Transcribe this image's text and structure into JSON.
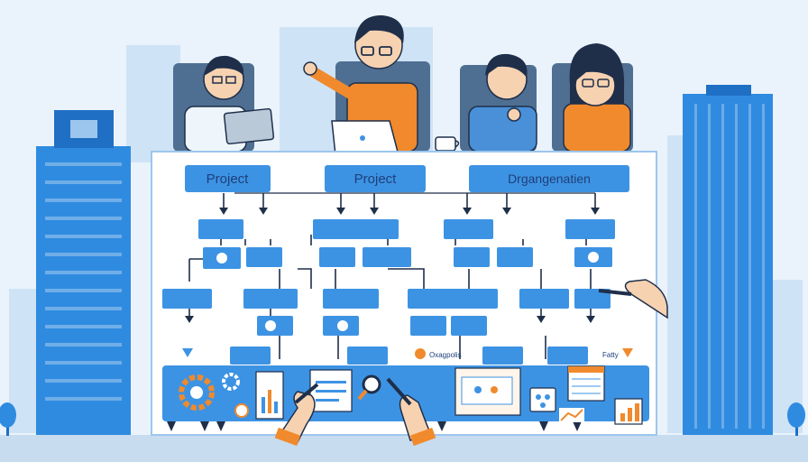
{
  "scene": {
    "colors": {
      "sky": "#eaf3fb",
      "building_blue": "#2f8be0",
      "building_light": "#9cc6ee",
      "board_bg": "#ffffff",
      "node_blue": "#3d93e3",
      "connector": "#1f2f4a",
      "accent_orange": "#f08a2c",
      "ground": "#c8dcef"
    },
    "board": {
      "headers": [
        {
          "id": "project-a",
          "label": "Project"
        },
        {
          "id": "project-b",
          "label": "Project"
        },
        {
          "id": "organization",
          "label": "Drgangenatien"
        }
      ],
      "small_labels": [
        {
          "id": "orange-logo-label",
          "label": "Oxagpolis"
        },
        {
          "id": "right-small-label",
          "label": "Fatty"
        }
      ]
    },
    "people": [
      {
        "name": "person-with-tablet",
        "shirt": "#eef5fb"
      },
      {
        "name": "presenter-pointing",
        "shirt": "#f08a2c"
      },
      {
        "name": "person-thinking",
        "shirt": "#4a90d9"
      },
      {
        "name": "woman-with-glasses",
        "shirt": "#f08a2c"
      }
    ],
    "icons": [
      "gear-icon",
      "chart-icon",
      "document-icon",
      "magnifier-icon",
      "presentation-icon",
      "calendar-icon",
      "bar-chart-icon"
    ]
  }
}
